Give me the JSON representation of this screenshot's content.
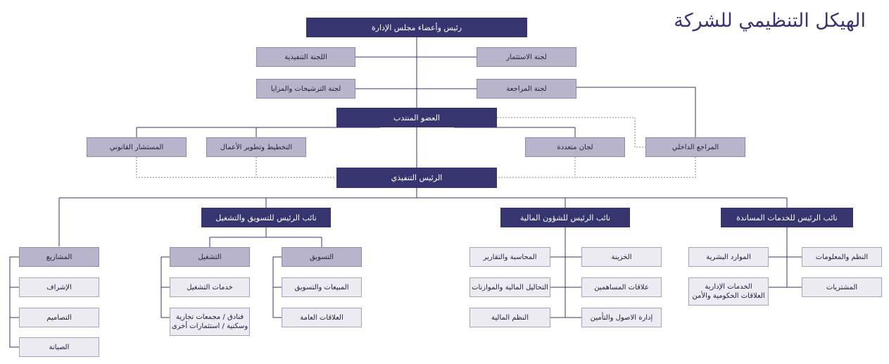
{
  "title": "الهيكل التنظيمي للشركة",
  "board": "رئيس وأعضاء مجلس الإدارة",
  "executive_committee": "اللجنة التنفيذية",
  "investment_committee": "لجنة الاستثمار",
  "nominations_committee": "لجنة الترشيحات والمزايا",
  "audit_committee": "لجنة المراجعة",
  "managing_director": "العضو المنتدب",
  "legal_advisor": "المستشار القانوني",
  "planning": "التخطيط وتطوير الأعمال",
  "various_committees": "لجان متعددة",
  "internal_audit": "المراجع الداخلي",
  "ceo": "الرئيس التنفيذي",
  "vp_marketing_ops": "نائب الرئيس للتسويق والتشغيل",
  "vp_finance": "نائب الرئيس للشؤون المالية",
  "vp_support": "نائب الرئيس للخدمات المساندة",
  "projects": "المشاريع",
  "supervision": "الإشراف",
  "designs": "التصاميم",
  "maintenance": "الصيانة",
  "operations": "التشغيل",
  "operations_services": "خدمات التشغيل",
  "hotels_line1": "فنادق / مجمعات تجارية",
  "hotels_line2": "وسكنية / استثمارات أخرى",
  "marketing": "التسويق",
  "sales_marketing": "المبيعات والتسويق",
  "public_relations": "العلاقات العامة",
  "accounting_reports": "المحاسبة والتقارير",
  "financial_analysis": "التحاليل المالية والموازنات",
  "financial_systems": "النظم المالية",
  "treasury": "الخزينة",
  "shareholder_relations": "علاقات المساهمين",
  "assets_insurance": "إدارة الاصول والتأمين",
  "human_resources": "الموارد البشرية",
  "admin_services_line1": "الخدمات الإدارية",
  "admin_services_line2": "العلاقات الحكومية والأمن",
  "systems_info": "النظم والمعلومات",
  "procurement": "المشتريات",
  "colors": {
    "dark": "#37356f",
    "mid": "#b8b4cc",
    "light": "#ecebf2",
    "line": "#37356f"
  }
}
